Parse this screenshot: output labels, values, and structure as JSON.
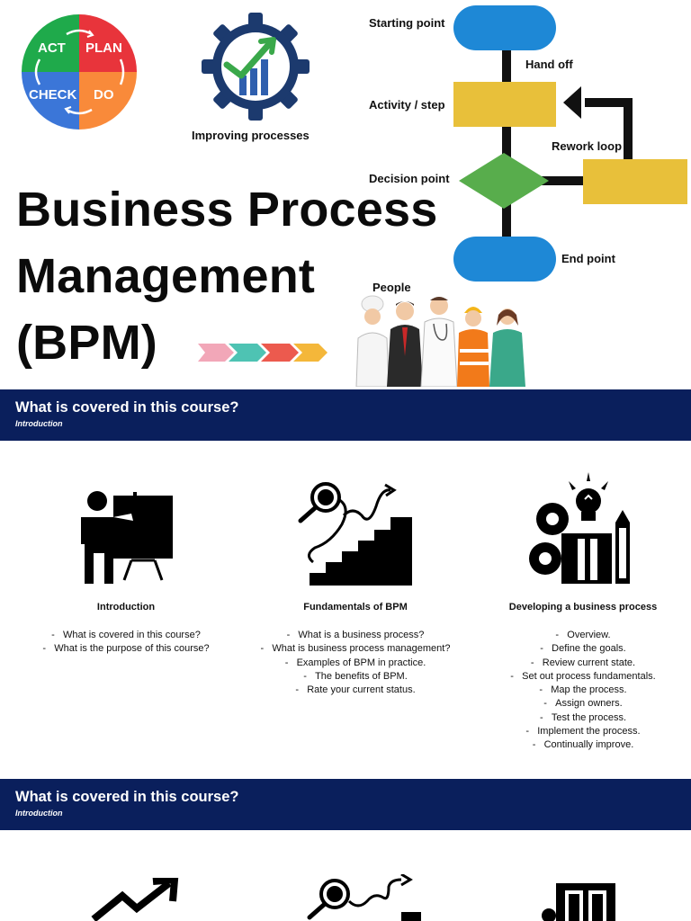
{
  "pdca": {
    "act": "ACT",
    "plan": "PLAN",
    "check": "CHECK",
    "do": "DO"
  },
  "gear_caption": "Improving processes",
  "flowchart": {
    "starting_point": "Starting point",
    "hand_off": "Hand off",
    "activity_step": "Activity / step",
    "rework_loop": "Rework loop",
    "decision_point": "Decision point",
    "end_point": "End point"
  },
  "title_lines": [
    "Business Process",
    "Management",
    "(BPM)"
  ],
  "people_label": "People",
  "section_1": {
    "heading": "What is covered in this course?",
    "subheading": "Introduction"
  },
  "section_2": {
    "heading": "What is covered in this course?",
    "subheading": "Introduction"
  },
  "columns": [
    {
      "title": "Introduction",
      "icon": "presenter-board-icon",
      "items": [
        "What is covered in this course?",
        "What is the purpose of this course?"
      ]
    },
    {
      "title": "Fundamentals of BPM",
      "icon": "magnifier-stairs-icon",
      "items": [
        "What is a business process?",
        "What is business process management?",
        "Examples of BPM in practice.",
        "The benefits of BPM.",
        "Rate your current status."
      ]
    },
    {
      "title": "Developing a business process",
      "icon": "gears-bulb-icon",
      "items": [
        "Overview.",
        "Define the goals.",
        "Review current state.",
        "Set out process fundamentals.",
        "Map the process.",
        "Assign owners.",
        "Test the process.",
        "Implement the process.",
        "Continually improve."
      ]
    }
  ],
  "colors": {
    "band": "#0a1f5c",
    "flow_blue": "#1e88d6",
    "flow_yellow": "#e8c03a",
    "flow_green": "#58ad4c"
  }
}
